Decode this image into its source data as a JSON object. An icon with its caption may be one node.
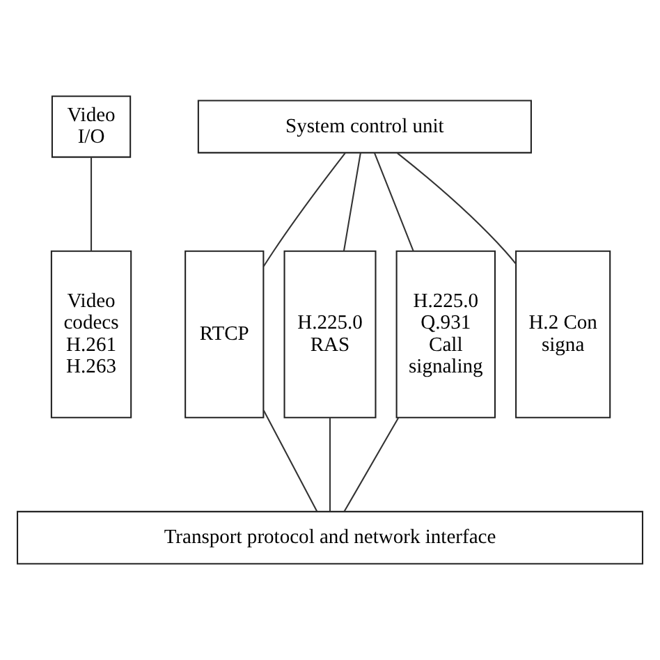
{
  "diagram": {
    "nodes": [
      {
        "text": [
          "Video I/O"
        ]
      },
      {
        "text": [
          "System control unit"
        ]
      },
      {
        "text": [
          "Video codecs H.261 H.263"
        ]
      },
      {
        "text": [
          "RTCP"
        ]
      },
      {
        "text": [
          "H.225.0 RAS"
        ]
      },
      {
        "text": [
          "H.225.0 Q.931 Call signaling"
        ]
      },
      {
        "text": [
          "H.2 Con signa"
        ]
      },
      {
        "text": [
          "Transport protocol and network interface"
        ]
      }
    ],
    "edges": [
      {
        "from": 0,
        "to": 2,
        "arrow": "none"
      },
      {
        "from": 1,
        "to": 3,
        "arrow": "none"
      },
      {
        "from": 1,
        "to": 4,
        "arrow": "none"
      },
      {
        "from": 1,
        "to": 5,
        "arrow": "none"
      },
      {
        "from": 1,
        "to": 6,
        "arrow": "none"
      },
      {
        "from": 3,
        "to": 7,
        "arrow": "none"
      },
      {
        "from": 4,
        "to": 7,
        "arrow": "none"
      },
      {
        "from": 5,
        "to": 7,
        "arrow": "none"
      }
    ]
  }
}
